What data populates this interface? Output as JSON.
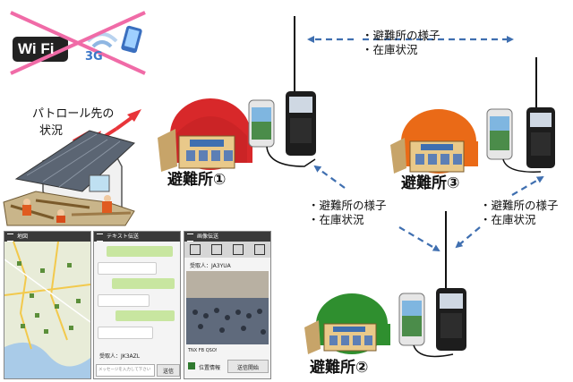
{
  "wifi": {
    "wordmark": "Wi Fi",
    "cell_label": "3G"
  },
  "patrol": {
    "line1": "パトロール先の",
    "line2": "状況"
  },
  "shelters": [
    {
      "name": "避難所①"
    },
    {
      "name": "避難所③"
    },
    {
      "name": "避難所②"
    }
  ],
  "notes": {
    "top": {
      "line1": "・避難所の様子",
      "line2": "・在庫状況"
    },
    "mid": {
      "line1": "・避難所の様子",
      "line2": "・在庫状況"
    },
    "right": {
      "line1": "・避難所の様子",
      "line2": "・在庫状況"
    }
  },
  "screens": {
    "map": {
      "title": "地図"
    },
    "chat": {
      "title": "テキスト伝送",
      "recipient": "受取人：JK3AZL",
      "input_placeholder": "メッセージを入力して下さい",
      "send_label": "送信"
    },
    "photo": {
      "title": "画像伝送",
      "recipient": "受取人：JA3YUA",
      "caption": "TNX FB QSO!",
      "position_label": "位置情報",
      "resend_label": "送信開始"
    }
  },
  "colors": {
    "arrow": "#3f6fb0",
    "patrol_arrow": "#e8353a",
    "roof1": "#d8282a",
    "roof3": "#ea6a17",
    "roof2": "#2f8f2f",
    "cross": "#f06ba7"
  }
}
